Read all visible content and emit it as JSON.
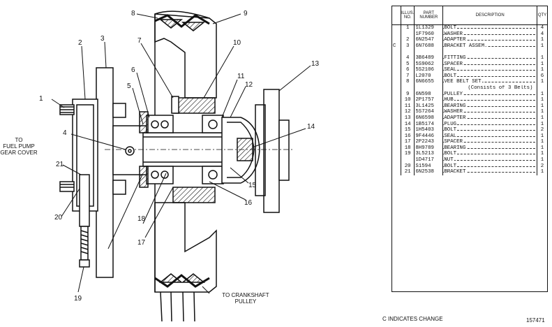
{
  "drawing": {
    "callouts": [
      "1",
      "2",
      "3",
      "4",
      "5",
      "6",
      "7",
      "8",
      "9",
      "10",
      "11",
      "12",
      "13",
      "14",
      "15",
      "16",
      "17",
      "18",
      "19",
      "20",
      "21"
    ],
    "notes": {
      "fuel_pump": [
        "TO",
        "FUEL PUMP",
        "GEAR COVER"
      ],
      "crankshaft": [
        "TO CRANKSHAFT",
        "PULLEY"
      ]
    }
  },
  "table": {
    "headers": {
      "no": "ILLUS. NO.",
      "part": "PART NUMBER",
      "desc": "DESCRIPTION",
      "qty": "QTY"
    },
    "rows": [
      {
        "mark": "",
        "no": "1",
        "part": "1L1329",
        "desc": "BOLT",
        "qty": "4"
      },
      {
        "mark": "",
        "no": "",
        "part": "1F7960",
        "desc": "WASHER",
        "qty": "4"
      },
      {
        "mark": "",
        "no": "2",
        "part": "6N2547",
        "desc": "ADAPTER",
        "qty": "1"
      },
      {
        "mark": "C",
        "no": "3",
        "part": "6N7688",
        "desc": "BRACKET ASSEM.",
        "qty": "1"
      },
      {
        "mark": "",
        "no": "",
        "part": "",
        "desc": "",
        "qty": ""
      },
      {
        "mark": "",
        "no": "4",
        "part": "3B6489",
        "desc": "FITTING",
        "qty": "1"
      },
      {
        "mark": "",
        "no": "5",
        "part": "5S9062",
        "desc": "SPACER",
        "qty": "1"
      },
      {
        "mark": "",
        "no": "6",
        "part": "5S2106",
        "desc": "SEAL",
        "qty": "1"
      },
      {
        "mark": "",
        "no": "7",
        "part": "L2070",
        "desc": "BOLT",
        "qty": "6"
      },
      {
        "mark": "",
        "no": "8",
        "part": "6N6655",
        "desc": "VEE BELT SET",
        "qty": "1"
      },
      {
        "mark": "",
        "no": "",
        "part": "",
        "desc": "(Consists of 3 Belts)",
        "qty": "",
        "sub": true
      },
      {
        "mark": "",
        "no": "9",
        "part": "6N598",
        "desc": "PULLEY",
        "qty": "1"
      },
      {
        "mark": "",
        "no": "10",
        "part": "2P1757",
        "desc": "HUB",
        "qty": "1"
      },
      {
        "mark": "",
        "no": "11",
        "part": "3L1425",
        "desc": "BEARING",
        "qty": "1"
      },
      {
        "mark": "",
        "no": "12",
        "part": "5S7264",
        "desc": "WASHER",
        "qty": "1"
      },
      {
        "mark": "",
        "no": "13",
        "part": "6N6598",
        "desc": "ADAPTER",
        "qty": "1"
      },
      {
        "mark": "",
        "no": "14",
        "part": "1B5174",
        "desc": "PLUG",
        "qty": "1"
      },
      {
        "mark": "",
        "no": "15",
        "part": "1H5403",
        "desc": "BOLT",
        "qty": "2"
      },
      {
        "mark": "",
        "no": "16",
        "part": "9F4446",
        "desc": "SEAL",
        "qty": "1"
      },
      {
        "mark": "",
        "no": "17",
        "part": "2P2243",
        "desc": "SPACER",
        "qty": "1"
      },
      {
        "mark": "",
        "no": "18",
        "part": "8H9789",
        "desc": "BEARING",
        "qty": "1"
      },
      {
        "mark": "",
        "no": "19",
        "part": "3L5213",
        "desc": "BOLT",
        "qty": "1"
      },
      {
        "mark": "",
        "no": "",
        "part": "1D4717",
        "desc": "NUT",
        "qty": "1"
      },
      {
        "mark": "",
        "no": "20",
        "part": "S1594",
        "desc": "BOLT",
        "qty": "2"
      },
      {
        "mark": "",
        "no": "21",
        "part": "6N2538",
        "desc": "BRACKET",
        "qty": "1"
      }
    ],
    "footer_note": "C INDICATES CHANGE",
    "drawing_number": "157471"
  }
}
